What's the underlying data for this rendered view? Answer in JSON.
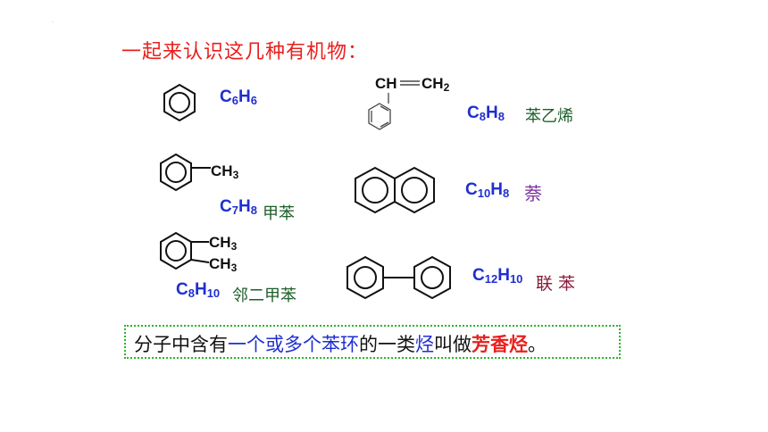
{
  "slide": {
    "title": "一起来认识这几种有机物：",
    "compounds": [
      {
        "id": "benzene",
        "c": "6",
        "h": "6",
        "name": ""
      },
      {
        "id": "styrene",
        "c": "8",
        "h": "8",
        "name": "苯乙烯",
        "label_ch": "CH",
        "label_ch2": "CH"
      },
      {
        "id": "toluene",
        "c": "7",
        "h": "8",
        "name": "甲苯",
        "substituent": "CH"
      },
      {
        "id": "naphthalene",
        "c": "10",
        "h": "8",
        "name": "萘"
      },
      {
        "id": "o-xylene",
        "c": "8",
        "h": "10",
        "name": "邻二甲苯",
        "substituent": "CH"
      },
      {
        "id": "biphenyl",
        "c": "12",
        "h": "10",
        "name": "联 苯"
      }
    ],
    "summary": {
      "part1": "分子中含有",
      "part2": "一个或多个苯环",
      "part3": "的一类",
      "part4": "烃",
      "part5": "叫做",
      "part6": "芳香烃",
      "part7": "。"
    }
  },
  "colors": {
    "title": "#e8201e",
    "formula": "#1f2fd0",
    "name": "#1d5e2a",
    "highlight_blue": "#1f2fd0",
    "highlight_red": "#e8201e",
    "border": "#2bb62b"
  }
}
